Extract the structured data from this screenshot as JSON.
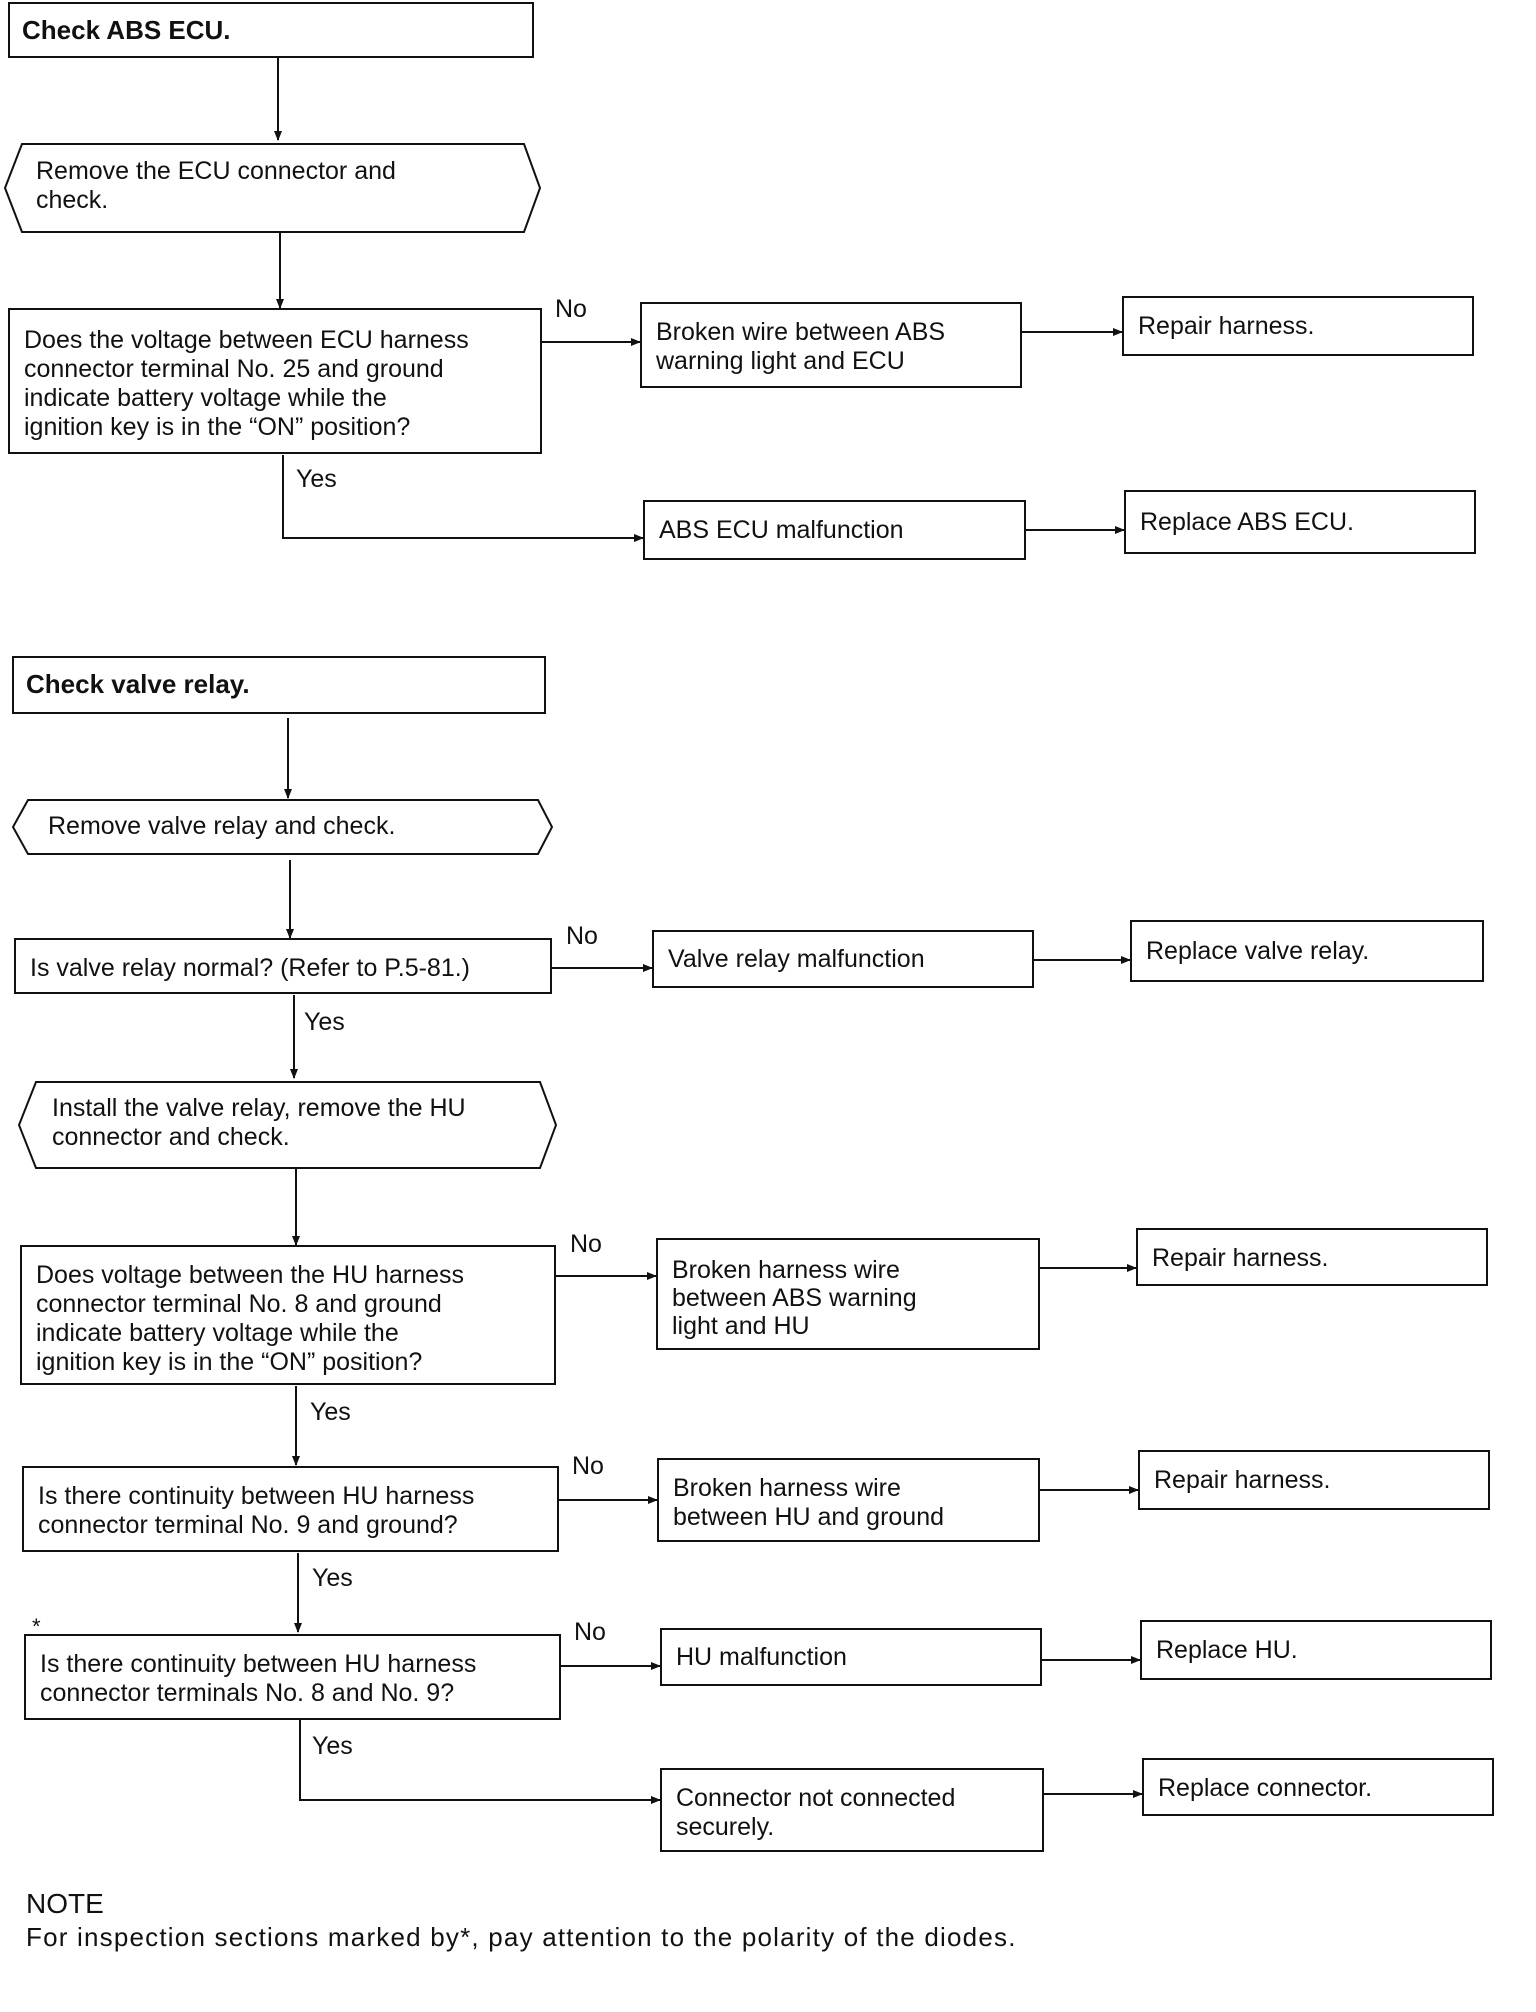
{
  "section1": {
    "header": "Check ABS ECU.",
    "step1": "Remove the ECU connector and\ncheck.",
    "question1": "Does the voltage between ECU harness\nconnector terminal No. 25 and ground\nindicate battery voltage while the\nignition key is in the “ON” position?",
    "no_result": "Broken wire between ABS\nwarning light and ECU",
    "no_action": "Repair harness.",
    "yes_result": "ABS ECU malfunction",
    "yes_action": "Replace ABS ECU."
  },
  "section2": {
    "header": "Check valve relay.",
    "step1": "Remove valve relay and check.",
    "question1": "Is valve relay normal? (Refer to  P.5-81.)",
    "q1_no_result": "Valve relay malfunction",
    "q1_no_action": "Replace valve relay.",
    "step2": "Install the valve relay, remove the HU\nconnector and check.",
    "question2": "Does voltage between the HU harness\nconnector terminal No. 8 and ground\nindicate battery voltage while the\nignition key is in the “ON” position?",
    "q2_no_result": "Broken harness wire\nbetween ABS warning\nlight and HU",
    "q2_no_action": "Repair harness.",
    "question3": "Is there continuity between HU harness\nconnector terminal No. 9 and ground?",
    "q3_no_result": "Broken harness wire\nbetween HU and ground",
    "q3_no_action": "Repair harness.",
    "star_mark": "*",
    "question4": "Is there continuity between HU harness\nconnector terminals No. 8 and No. 9?",
    "q4_no_result": "HU malfunction",
    "q4_no_action": "Replace HU.",
    "q4_yes_result": "Connector not connected\nsecurely.",
    "q4_yes_action": "Replace connector."
  },
  "labels": {
    "no": "No",
    "yes": "Yes"
  },
  "note": {
    "title": "NOTE",
    "text": "For inspection sections marked by*, pay attention to the polarity of the diodes."
  }
}
